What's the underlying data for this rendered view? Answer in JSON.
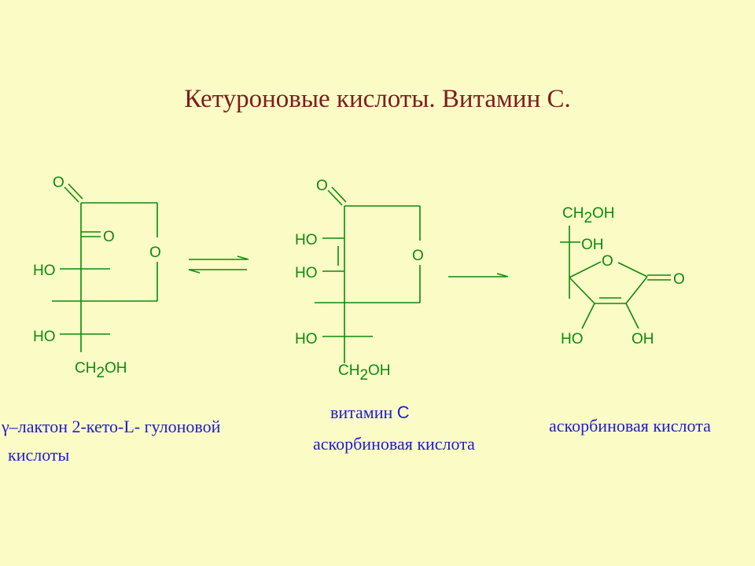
{
  "title": "Кетуроновые кислоты. Витамин С.",
  "colors": {
    "background": "#fbfbc6",
    "title": "#7d1d1d",
    "structure": "#0c8a0c",
    "caption": "#1c1ccf"
  },
  "structure1": {
    "o_ketone_top": "O",
    "o_ketone_mid": "O",
    "o_ring": "O",
    "ho_1": "HO",
    "ho_2": "HO",
    "ch2oh_prefix": "CH",
    "ch2oh_sub": "2",
    "ch2oh_suffix": "OH"
  },
  "structure2": {
    "o_ketone": "O",
    "o_ring": "O",
    "ho_1": "HO",
    "ho_2": "HO",
    "ho_3": "HO",
    "ch2oh_prefix": "CH",
    "ch2oh_sub": "2",
    "ch2oh_suffix": "OH"
  },
  "structure3": {
    "ch2oh_prefix": "CH",
    "ch2oh_sub": "2",
    "ch2oh_suffix": "OH",
    "oh_top": "OH",
    "o_ring": "O",
    "o_carbonyl": "O",
    "ho_left": "HO",
    "oh_right": "OH"
  },
  "captions": {
    "c1_greek": "γ",
    "c1_line1_rest": "–лактон 2-кето-L- гулоновой",
    "c1_line2": "кислоты",
    "c2_line1_word": "витамин ",
    "c2_line1_letter": "С",
    "c2_line2": "аскорбиновая кислота",
    "c3": "аскорбиновая кислота"
  }
}
